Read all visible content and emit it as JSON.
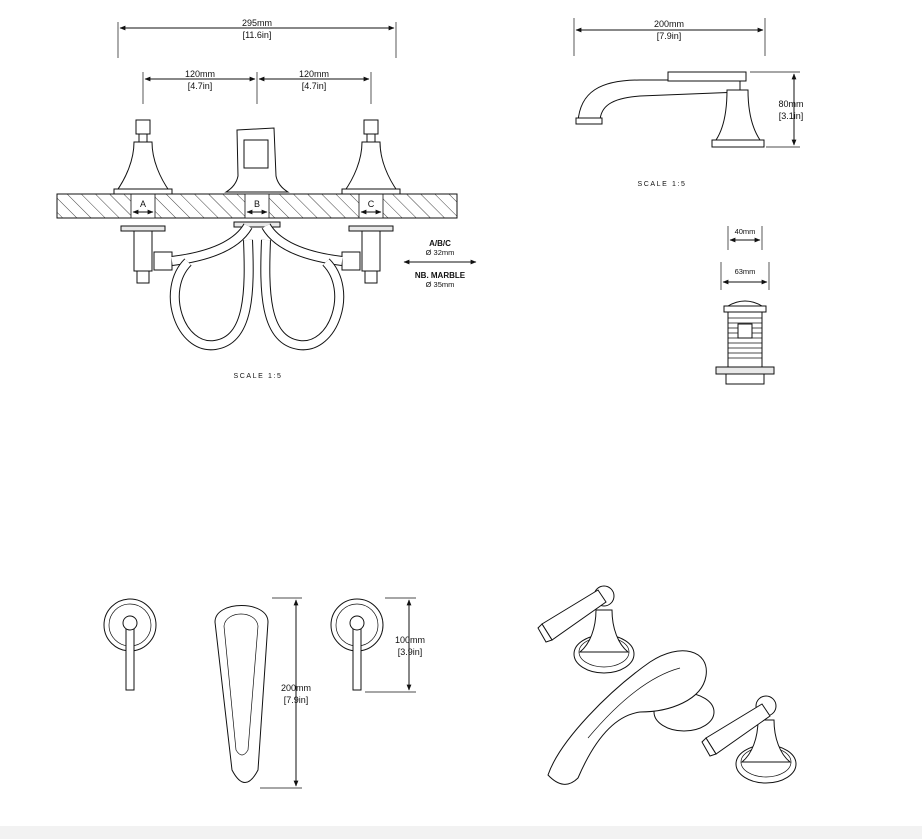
{
  "front_view": {
    "overall_width": {
      "mm": "295mm",
      "in": "[11.6in]"
    },
    "spacing_left": {
      "mm": "120mm",
      "in": "[4.7in]"
    },
    "spacing_right": {
      "mm": "120mm",
      "in": "[4.7in]"
    },
    "hole_labels": [
      "A",
      "B",
      "C"
    ],
    "hole_note": {
      "title": "A/B/C",
      "value": "Ø 32mm"
    },
    "marble_note": {
      "title": "NB. MARBLE",
      "value": "Ø 35mm"
    },
    "scale": "SCALE 1:5"
  },
  "side_view": {
    "spout_length": {
      "mm": "200mm",
      "in": "[7.9in]"
    },
    "height": {
      "mm": "80mm",
      "in": "[3.1in]"
    },
    "scale": "SCALE 1:5"
  },
  "drain_view": {
    "top_diameter": "40mm",
    "flange_diameter": "63mm"
  },
  "top_view": {
    "handle_reach": {
      "mm": "100mm",
      "in": "[3.9in]"
    },
    "spout_reach": {
      "mm": "200mm",
      "in": "[7.9in]"
    }
  }
}
